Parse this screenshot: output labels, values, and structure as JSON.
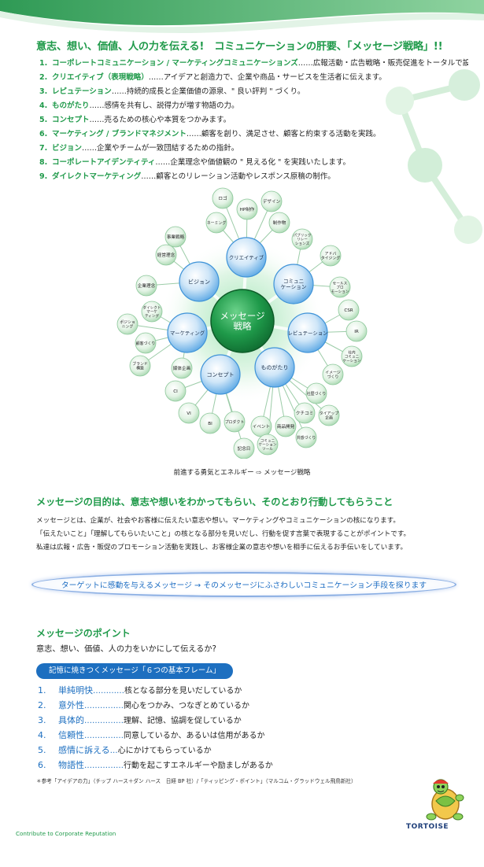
{
  "headline": "意志、想い、価値、人の力を伝える!　コミュニケーションの肝要、「メッセージ戦略」!!",
  "points": [
    {
      "num": "1.",
      "term": "コーポレートコミュニケーション / マーケティングコミュニケーションズ",
      "desc": "……広報活動・広告戦略・販売促進をトータルで設計。"
    },
    {
      "num": "2.",
      "term": "クリエイティブ（表現戦略）",
      "desc": "……アイデアと創造力で、企業や商品・サービスを生活者に伝えます。"
    },
    {
      "num": "3.",
      "term": "レピュテーション",
      "desc": "……持続的成長と企業価値の源泉、\" 良い評判 \" づくり。"
    },
    {
      "num": "4.",
      "term": "ものがたり",
      "desc": "……感情を共有し、説得力が増す物語の力。"
    },
    {
      "num": "5.",
      "term": "コンセプト",
      "desc": "……売るための核心や本質をつかみます。"
    },
    {
      "num": "6.",
      "term": "マーケティング / ブランドマネジメント",
      "desc": "……顧客を創り、満足させ、顧客と約束する活動を実践。"
    },
    {
      "num": "7.",
      "term": "ビジョン",
      "desc": "……企業やチームが一致団結するための指針。"
    },
    {
      "num": "8.",
      "term": "コーポレートアイデンティティ",
      "desc": "……企業理念や価値観の \" 見える化 \" を実践いたします。"
    },
    {
      "num": "9.",
      "term": "ダイレクトマーケティング",
      "desc": "……顧客とのリレーション活動やレスポンス原稿の制作。"
    }
  ],
  "diagram": {
    "center": [
      "メッセージ",
      "戦略"
    ],
    "hubs": [
      {
        "id": "creative",
        "lines": [
          "クリエイティブ"
        ]
      },
      {
        "id": "communication",
        "lines": [
          "コミュニ",
          "ケーション"
        ]
      },
      {
        "id": "reputation",
        "lines": [
          "レピュテーション"
        ]
      },
      {
        "id": "story",
        "lines": [
          "ものがたり"
        ]
      },
      {
        "id": "concept",
        "lines": [
          "コンセプト"
        ]
      },
      {
        "id": "marketing",
        "lines": [
          "マーケティング"
        ]
      },
      {
        "id": "vision",
        "lines": [
          "ビジョン"
        ]
      }
    ],
    "leaves": [
      {
        "hub": "creative",
        "lines": [
          "ロゴ"
        ]
      },
      {
        "hub": "creative",
        "lines": [
          "デザイン"
        ]
      },
      {
        "hub": "creative",
        "lines": [
          "HP制作"
        ]
      },
      {
        "hub": "creative",
        "lines": [
          "ネーミング"
        ]
      },
      {
        "hub": "creative",
        "lines": [
          "制作物"
        ]
      },
      {
        "hub": "communication",
        "lines": [
          "パブリック",
          "リレー",
          "ションズ"
        ]
      },
      {
        "hub": "communication",
        "lines": [
          "アドバ",
          "タイジング"
        ]
      },
      {
        "hub": "communication",
        "lines": [
          "セールス",
          "プロ",
          "モーション"
        ]
      },
      {
        "hub": "reputation",
        "lines": [
          "CSR"
        ]
      },
      {
        "hub": "reputation",
        "lines": [
          "IR"
        ]
      },
      {
        "hub": "reputation",
        "lines": [
          "社内",
          "コミュニ",
          "ケーション"
        ]
      },
      {
        "hub": "reputation",
        "lines": [
          "イメージ",
          "づくり"
        ]
      },
      {
        "hub": "story",
        "lines": [
          "社歴づくり"
        ]
      },
      {
        "hub": "story",
        "lines": [
          "タイアップ",
          "企画"
        ]
      },
      {
        "hub": "story",
        "lines": [
          "クチコミ"
        ]
      },
      {
        "hub": "story",
        "lines": [
          "共感づくり"
        ]
      },
      {
        "hub": "story",
        "lines": [
          "商品開発"
        ]
      },
      {
        "hub": "story",
        "lines": [
          "イベント"
        ]
      },
      {
        "hub": "story",
        "lines": [
          "コミュニ",
          "ケーション",
          "ツール"
        ]
      },
      {
        "hub": "concept",
        "lines": [
          "記念日"
        ]
      },
      {
        "hub": "concept",
        "lines": [
          "プロダクト"
        ]
      },
      {
        "hub": "concept",
        "lines": [
          "BI"
        ]
      },
      {
        "hub": "concept",
        "lines": [
          "VI"
        ]
      },
      {
        "hub": "concept",
        "lines": [
          "CI"
        ]
      },
      {
        "hub": "marketing",
        "lines": [
          "媒体企画"
        ]
      },
      {
        "hub": "marketing",
        "lines": [
          "ブランド",
          "構築"
        ]
      },
      {
        "hub": "marketing",
        "lines": [
          "顧客づくり"
        ]
      },
      {
        "hub": "marketing",
        "lines": [
          "ポジショ",
          "ニング"
        ]
      },
      {
        "hub": "marketing",
        "lines": [
          "ダイレクト",
          "マーケ",
          "ティング"
        ]
      },
      {
        "hub": "vision",
        "lines": [
          "企業理念"
        ]
      },
      {
        "hub": "vision",
        "lines": [
          "経営理念"
        ]
      },
      {
        "hub": "vision",
        "lines": [
          "事業戦略"
        ]
      }
    ]
  },
  "diagram_caption": "前進する勇気とエネルギー ⇨ メッセージ戦略",
  "section_title": "メッセージの目的は、意志や想いをわかってもらい、そのとおり行動してもらうこと",
  "body_lines": [
    "メッセージとは、企業が、社会やお客様に伝えたい意志や想い。マーケティングやコミュニケーションの核になります。",
    "「伝えたいこと」「理解してもらいたいこと」の核となる部分を見いだし、行動を促す言葉で表現することがポイントです。",
    "私達は広報・広告・販促のプロモーション活動を実践し、お客様企業の意志や想いを相手に伝えるお手伝いをしています。"
  ],
  "banner": "ターゲットに感動を与えるメッセージ → そのメッセージにふさわしいコミュニケーション手段を探ります",
  "points_title": "メッセージのポイント",
  "points_subtitle": "意志、想い、価値、人の力をいかにして伝えるか?",
  "frame_pill": "記憶に焼きつくメッセージ「６つの基本フレーム」",
  "six": [
    {
      "num": "1.",
      "term": "単純明快",
      "dots": "…………",
      "desc": "核となる部分を見いだしているか"
    },
    {
      "num": "2.",
      "term": "意外性",
      "dots": "……………",
      "desc": "関心をつかみ、つなぎとめているか"
    },
    {
      "num": "3.",
      "term": "具体的",
      "dots": "……………",
      "desc": "理解、記憶、協調を促しているか"
    },
    {
      "num": "4.",
      "term": "信頼性",
      "dots": "……………",
      "desc": "同意しているか、あるいは信用があるか"
    },
    {
      "num": "5.",
      "term": "感情に訴える",
      "dots": "…",
      "desc": "心にかけてもらっているか"
    },
    {
      "num": "6.",
      "term": "物語性",
      "dots": "……………",
      "desc": "行動を起こすエネルギーや励ましがあるか"
    }
  ],
  "reference": "＊参考「アイデアの力」（チップ ハース＋ダン ハース　日経 BP 社）/「ティッピング・ポイント」（マルコム・グラッドウェル飛鳥新社）",
  "footer_left": "Contribute to Corporate Reputation",
  "footer_logo": "TORTOISE"
}
